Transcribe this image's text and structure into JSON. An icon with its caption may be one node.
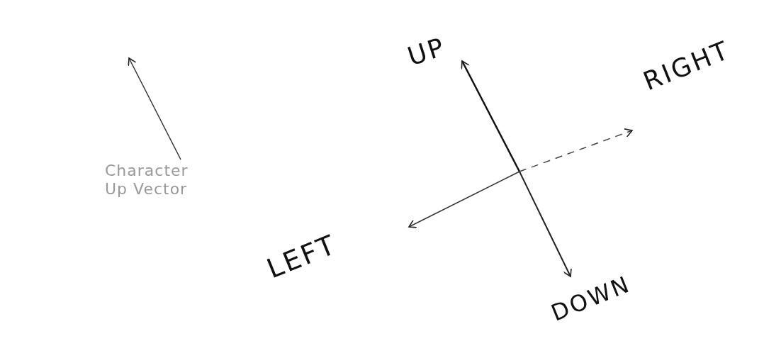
{
  "diagram": {
    "labels": [
      "UP",
      "RIGHT",
      "Character Up Vector",
      "LEFT",
      "DOWN"
    ]
  }
}
